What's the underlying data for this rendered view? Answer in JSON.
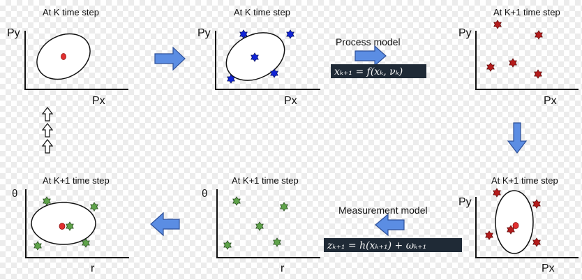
{
  "panels": {
    "initial_state": {
      "title": "At K time step",
      "xlabel": "Px",
      "ylabel": "Py"
    },
    "sigma_points": {
      "title": "At K time step",
      "xlabel": "Px",
      "ylabel": "Py"
    },
    "predicted_points": {
      "title": "At K+1 time step",
      "xlabel": "Px",
      "ylabel": "Py"
    },
    "predicted_distribution": {
      "title": "At K+1 time step",
      "xlabel": "Px",
      "ylabel": "Py"
    },
    "measurement_points": {
      "title": "At K+1 time step",
      "xlabel": "r",
      "ylabel": "θ"
    },
    "measurement_distribution": {
      "title": "At K+1 time step",
      "xlabel": "r",
      "ylabel": "θ"
    }
  },
  "process_model": {
    "label": "Process model",
    "equation": "xₖ₊₁ = f(xₖ, νₖ)"
  },
  "measurement_model": {
    "label": "Measurement model",
    "equation": "zₖ₊₁ = h(xₖ₊₁) + ωₖ₊₁"
  },
  "colors": {
    "arrow_fill": "#5b8de3",
    "arrow_stroke": "#2d4f98",
    "blue_star": "#1024d8",
    "red_star": "#b51b1b",
    "green_star": "#5fa34a",
    "mean_dot": "#e23030",
    "equation_bg": "#1f2a36"
  },
  "icons": {
    "flow_arrow": "right-arrow-icon",
    "hollow_arrow": "up-arrow-icon",
    "marker": "star-icon"
  }
}
